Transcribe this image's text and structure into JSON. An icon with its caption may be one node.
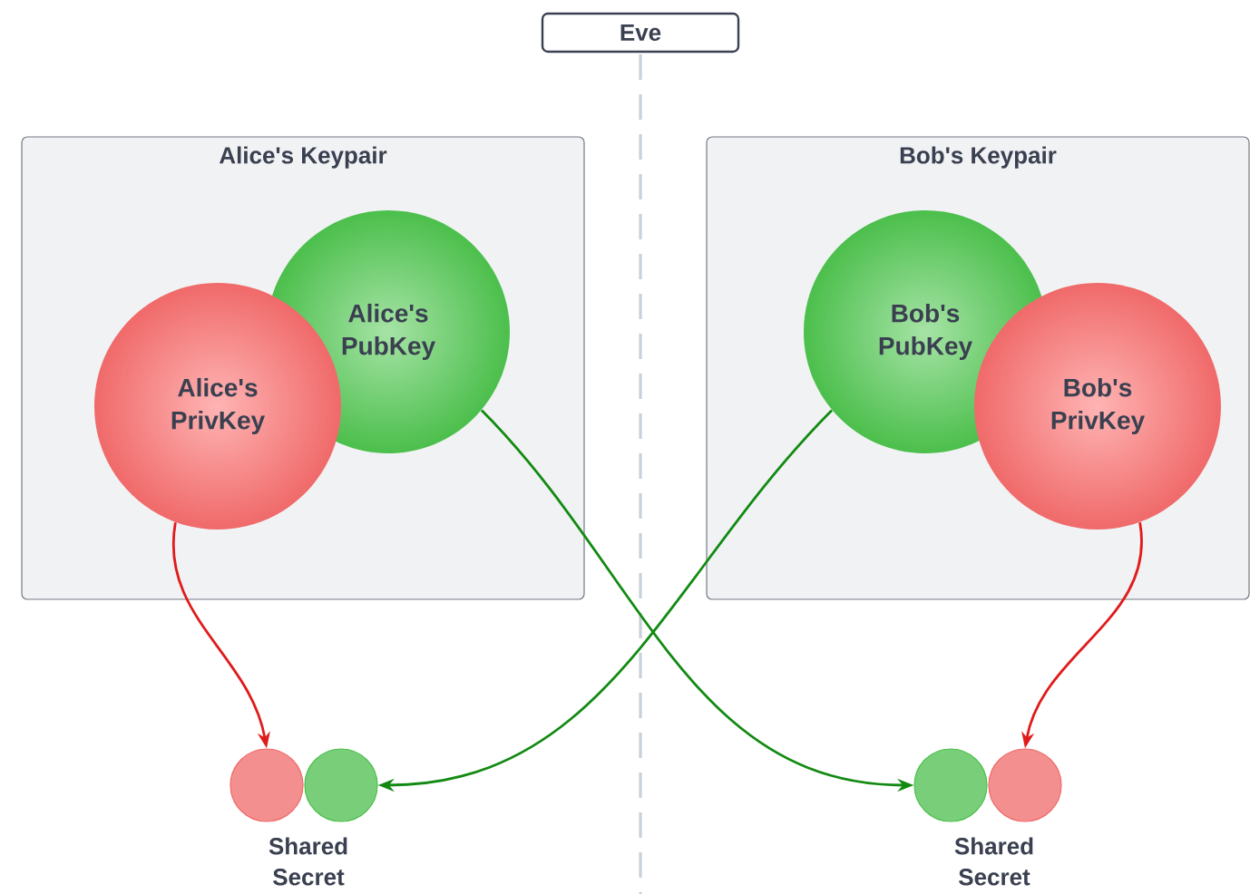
{
  "diagram": {
    "nodes": [
      {
        "text": [
          "Eve"
        ]
      },
      {
        "text": [
          "Alice's Keypair"
        ]
      },
      {
        "text": [
          "Alice's PubKey"
        ],
        "in": 1
      },
      {
        "text": [
          "Alice's PrivKey"
        ],
        "in": 1
      },
      {
        "text": [
          "Bob's Keypair"
        ]
      },
      {
        "text": [
          "Bob's PubKey"
        ],
        "in": 4
      },
      {
        "text": [
          "Bob's PrivKey"
        ],
        "in": 4
      },
      {
        "text": [],
        "shape": "circle"
      },
      {
        "text": [],
        "shape": "circle"
      },
      {
        "text": [],
        "shape": "circle"
      },
      {
        "text": [],
        "shape": "circle"
      }
    ],
    "edges": [
      {
        "from": 3,
        "to": 7,
        "arrow": "to",
        "color": "#e01b1b"
      },
      {
        "from": 2,
        "to": 9,
        "arrow": "to",
        "color": "#128a12"
      },
      {
        "from": 5,
        "to": 8,
        "arrow": "to",
        "color": "#128a12"
      },
      {
        "from": 6,
        "to": 10,
        "arrow": "to",
        "color": "#e01b1b"
      }
    ],
    "labels": [
      "Shared Secret",
      "Shared Secret"
    ]
  }
}
